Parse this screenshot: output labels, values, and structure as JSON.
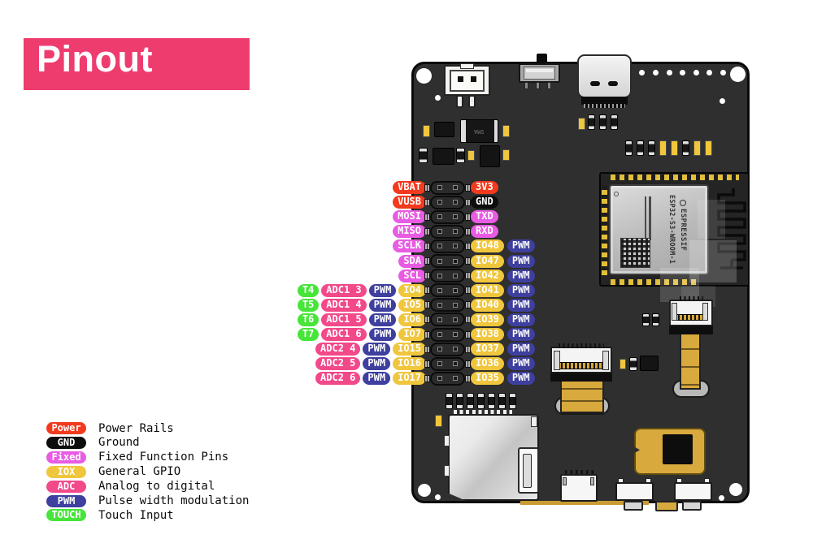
{
  "title": "Pinout",
  "colors": {
    "title_bg": "#EE3C6E",
    "power": "#F23A1E",
    "gnd": "#0D0D0D",
    "fixed": "#E85BE3",
    "iox": "#F0C63C",
    "adc": "#F2498A",
    "pwm": "#3E3F9E",
    "touch": "#47E539",
    "board": "#2F2F2F",
    "gold": "#D8A93C"
  },
  "pins": {
    "rows": [
      {
        "left": [
          {
            "label": "VBAT",
            "type": "power"
          }
        ],
        "right": [
          {
            "label": "3V3",
            "type": "power"
          }
        ]
      },
      {
        "left": [
          {
            "label": "VUSB",
            "type": "power"
          }
        ],
        "right": [
          {
            "label": "GND",
            "type": "gnd"
          }
        ]
      },
      {
        "left": [
          {
            "label": "MOSI",
            "type": "fixed"
          }
        ],
        "right": [
          {
            "label": "TXD",
            "type": "fixed"
          }
        ]
      },
      {
        "left": [
          {
            "label": "MISO",
            "type": "fixed"
          }
        ],
        "right": [
          {
            "label": "RXD",
            "type": "fixed"
          }
        ]
      },
      {
        "left": [
          {
            "label": "SCLK",
            "type": "fixed"
          }
        ],
        "right": [
          {
            "label": "IO48",
            "type": "iox"
          },
          {
            "label": "PWM",
            "type": "pwm"
          }
        ]
      },
      {
        "left": [
          {
            "label": "SDA",
            "type": "fixed"
          }
        ],
        "right": [
          {
            "label": "IO47",
            "type": "iox"
          },
          {
            "label": "PWM",
            "type": "pwm"
          }
        ]
      },
      {
        "left": [
          {
            "label": "SCL",
            "type": "fixed"
          }
        ],
        "right": [
          {
            "label": "IO42",
            "type": "iox"
          },
          {
            "label": "PWM",
            "type": "pwm"
          }
        ]
      },
      {
        "left": [
          {
            "label": "T4",
            "type": "touch"
          },
          {
            "label": "ADC1 3",
            "type": "adc"
          },
          {
            "label": "PWM",
            "type": "pwm"
          },
          {
            "label": "IO4",
            "type": "iox"
          }
        ],
        "right": [
          {
            "label": "IO41",
            "type": "iox"
          },
          {
            "label": "PWM",
            "type": "pwm"
          }
        ]
      },
      {
        "left": [
          {
            "label": "T5",
            "type": "touch"
          },
          {
            "label": "ADC1 4",
            "type": "adc"
          },
          {
            "label": "PWM",
            "type": "pwm"
          },
          {
            "label": "IO5",
            "type": "iox"
          }
        ],
        "right": [
          {
            "label": "IO40",
            "type": "iox"
          },
          {
            "label": "PWM",
            "type": "pwm"
          }
        ]
      },
      {
        "left": [
          {
            "label": "T6",
            "type": "touch"
          },
          {
            "label": "ADC1 5",
            "type": "adc"
          },
          {
            "label": "PWM",
            "type": "pwm"
          },
          {
            "label": "IO6",
            "type": "iox"
          }
        ],
        "right": [
          {
            "label": "IO39",
            "type": "iox"
          },
          {
            "label": "PWM",
            "type": "pwm"
          }
        ]
      },
      {
        "left": [
          {
            "label": "T7",
            "type": "touch"
          },
          {
            "label": "ADC1 6",
            "type": "adc"
          },
          {
            "label": "PWM",
            "type": "pwm"
          },
          {
            "label": "IO7",
            "type": "iox"
          }
        ],
        "right": [
          {
            "label": "IO38",
            "type": "iox"
          },
          {
            "label": "PWM",
            "type": "pwm"
          }
        ]
      },
      {
        "left": [
          {
            "label": "ADC2 4",
            "type": "adc"
          },
          {
            "label": "PWM",
            "type": "pwm"
          },
          {
            "label": "IO15",
            "type": "iox"
          }
        ],
        "right": [
          {
            "label": "IO37",
            "type": "iox"
          },
          {
            "label": "PWM",
            "type": "pwm"
          }
        ]
      },
      {
        "left": [
          {
            "label": "ADC2 5",
            "type": "adc"
          },
          {
            "label": "PWM",
            "type": "pwm"
          },
          {
            "label": "IO16",
            "type": "iox"
          }
        ],
        "right": [
          {
            "label": "IO36",
            "type": "iox"
          },
          {
            "label": "PWM",
            "type": "pwm"
          }
        ]
      },
      {
        "left": [
          {
            "label": "ADC2 6",
            "type": "adc"
          },
          {
            "label": "PWM",
            "type": "pwm"
          },
          {
            "label": "IO17",
            "type": "iox"
          }
        ],
        "right": [
          {
            "label": "IO35",
            "type": "iox"
          },
          {
            "label": "PWM",
            "type": "pwm"
          }
        ]
      }
    ]
  },
  "legend": {
    "items": [
      {
        "label": "Power",
        "type": "power",
        "desc": "Power Rails"
      },
      {
        "label": "GND",
        "type": "gnd",
        "desc": "Ground"
      },
      {
        "label": "Fixed",
        "type": "fixed",
        "desc": "Fixed Function Pins"
      },
      {
        "label": "IOX",
        "type": "iox",
        "desc": "General GPIO"
      },
      {
        "label": "ADC",
        "type": "adc",
        "desc": "Analog to digital"
      },
      {
        "label": "PWM",
        "type": "pwm",
        "desc": "Pulse width modulation"
      },
      {
        "label": "TOUCH",
        "type": "touch",
        "desc": "Touch Input"
      }
    ]
  },
  "board": {
    "module": {
      "brand": "ESPRESSIF",
      "model": "ESP32-S3-WROOM-1"
    },
    "diode_label": "SMA"
  }
}
